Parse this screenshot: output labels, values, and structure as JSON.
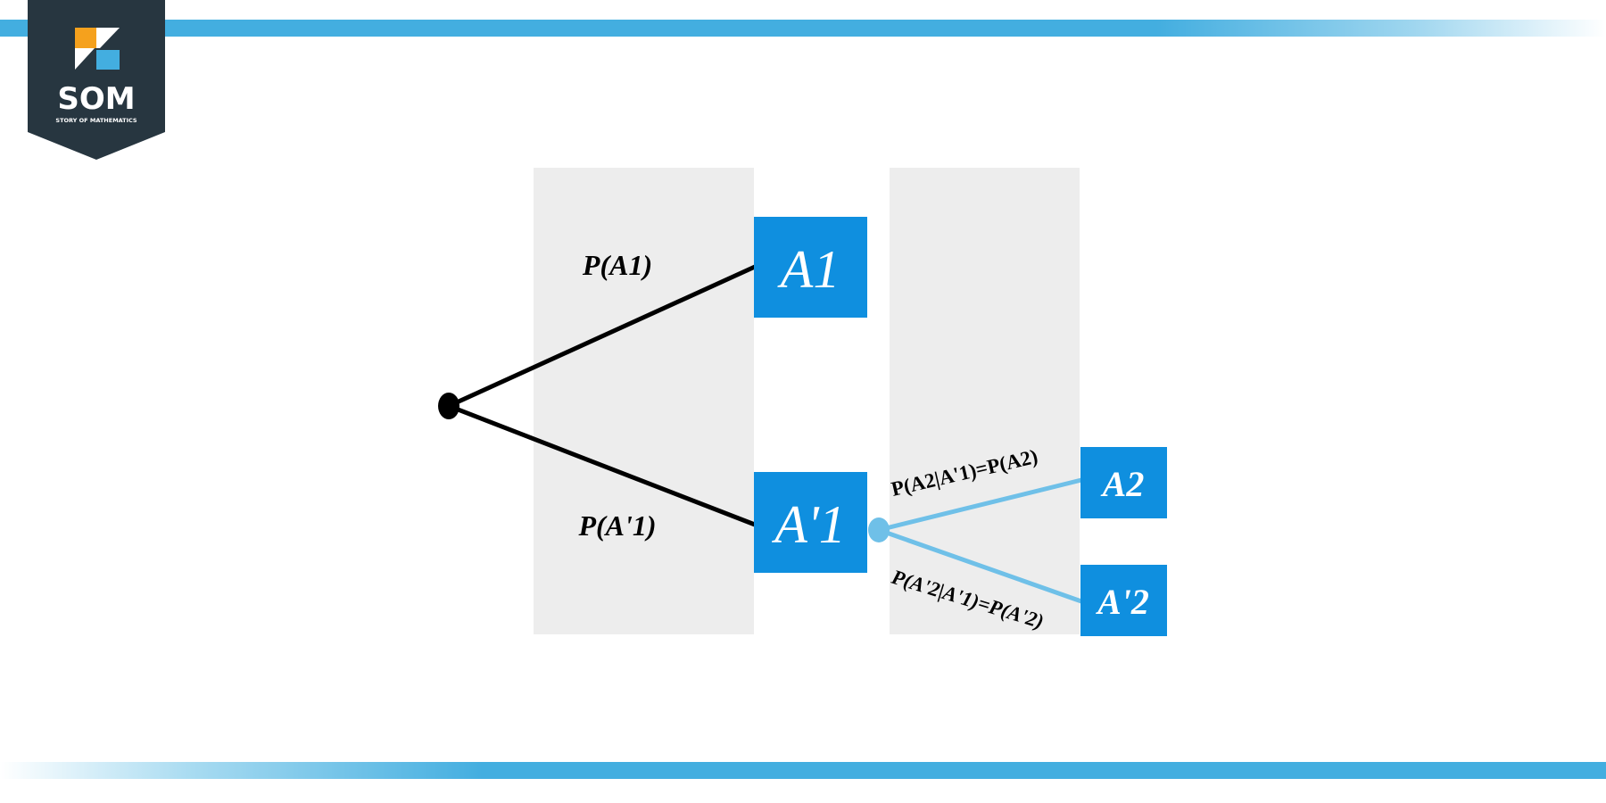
{
  "logo": {
    "wordmark": "SOM",
    "tagline": "STORY OF MATHEMATICS"
  },
  "colors": {
    "stripe": "#43aee0",
    "panel": "#ededed",
    "node_fill": "#0f8fdf",
    "second_stage_branch": "#6fc0e8",
    "first_stage_branch": "#000000",
    "logo_bg": "#273640",
    "logo_orange": "#f5a11d",
    "logo_blue": "#43aee0"
  },
  "tree": {
    "first_stage": {
      "upper_branch_label": "P(A1)",
      "lower_branch_label": "P(A'1)",
      "upper_node": "A1",
      "lower_node": "A'1"
    },
    "second_stage": {
      "upper_branch_label": "P(A2|A'1)=P(A2)",
      "lower_branch_label": "P(A'2|A'1)=P(A'2)",
      "upper_node": "A2",
      "lower_node": "A'2"
    }
  }
}
